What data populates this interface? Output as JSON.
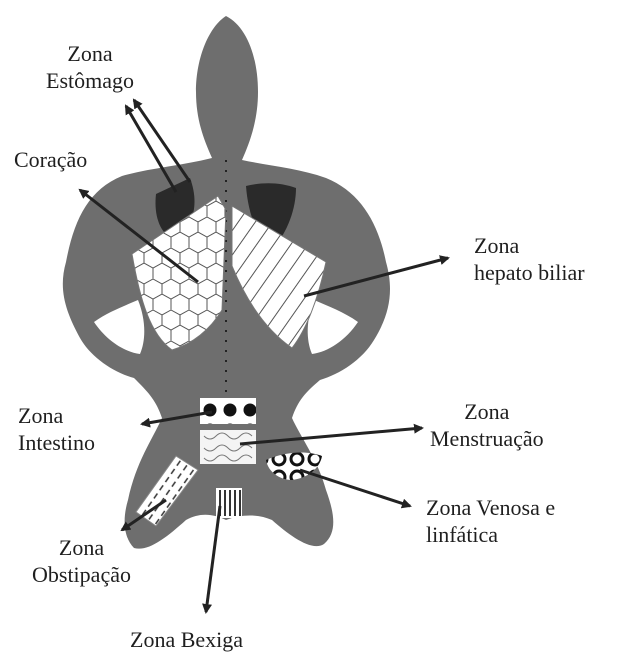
{
  "labels": {
    "estomago": {
      "line1": "Zona",
      "line2": "Estômago"
    },
    "coracao": {
      "line1": "Coração"
    },
    "hepato": {
      "line1": "Zona",
      "line2": "hepato biliar"
    },
    "intestino": {
      "line1": "Zona",
      "line2": "Intestino"
    },
    "menstruacao": {
      "line1": "Zona",
      "line2": "Menstruação"
    },
    "venosa": {
      "line1": "Zona Venosa e",
      "line2": "linfática"
    },
    "obstipacao": {
      "line1": "Zona",
      "line2": "Obstipação"
    },
    "bexiga": {
      "line1": "Zona Bexiga"
    }
  },
  "colors": {
    "body": "#6e6e6e",
    "shoulder_blade": "#2a2a2a",
    "arrow": "#222222",
    "text": "#1f1f1f"
  }
}
